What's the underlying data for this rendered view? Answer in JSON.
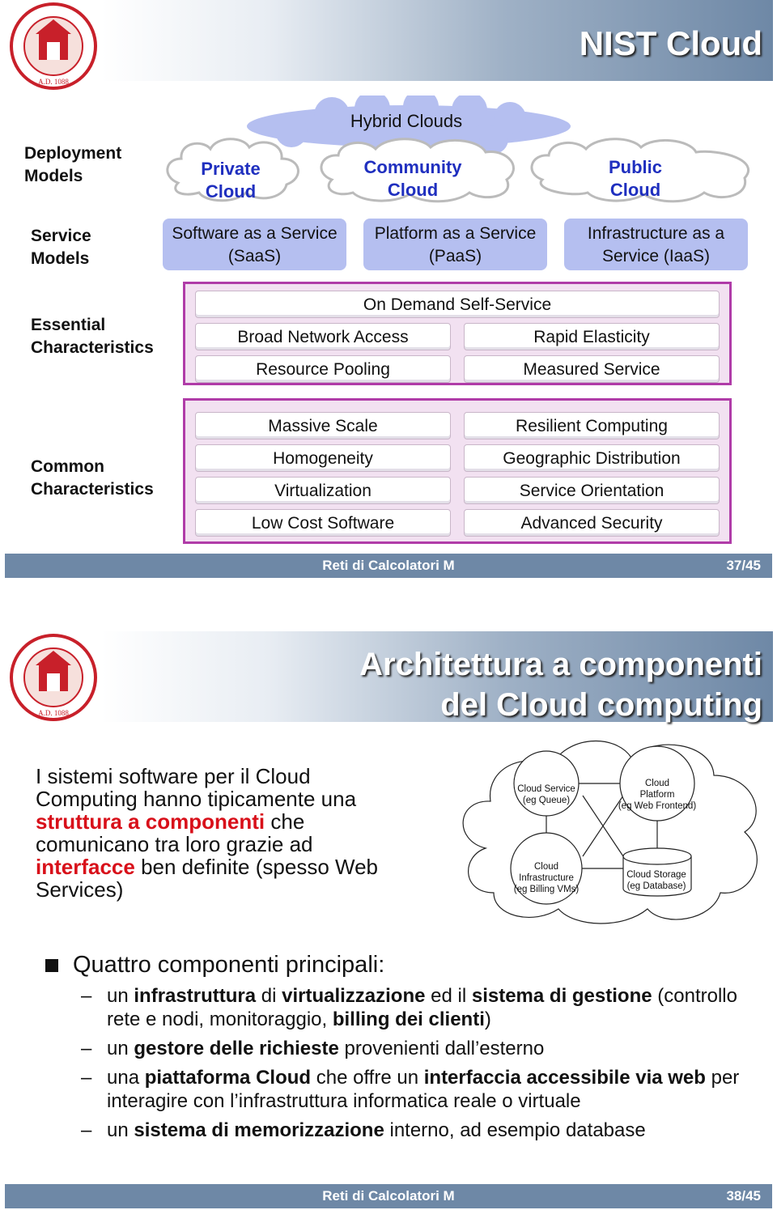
{
  "slide1": {
    "title": "NIST Cloud",
    "rows": {
      "deployment": "Deployment Models",
      "service": "Service Models",
      "essential": "Essential Characteristics",
      "common": "Common Characteristics"
    },
    "deployment": {
      "hybrid": "Hybrid Clouds",
      "private": "Private Cloud",
      "community": "Community Cloud",
      "public": "Public Cloud"
    },
    "service_models": [
      "Software as a Service (SaaS)",
      "Platform as a Service (PaaS)",
      "Infrastructure as a Service (IaaS)"
    ],
    "essential": {
      "top": "On Demand Self-Service",
      "left": [
        "Broad Network Access",
        "Resource Pooling"
      ],
      "right": [
        "Rapid Elasticity",
        "Measured Service"
      ]
    },
    "common": {
      "left": [
        "Massive Scale",
        "Homogeneity",
        "Virtualization",
        "Low Cost Software"
      ],
      "right": [
        "Resilient Computing",
        "Geographic Distribution",
        "Service Orientation",
        "Advanced Security"
      ]
    },
    "footer": {
      "course": "Reti di Calcolatori M",
      "page": "37/45"
    }
  },
  "slide2": {
    "title_line1": "Architettura a componenti",
    "title_line2": "del Cloud computing",
    "intro": {
      "p1": "I sistemi software per il Cloud Computing hanno tipicamente una",
      "hl1": "struttura a componenti",
      "p2": "che comunicano tra loro grazie ad",
      "hl2": "interfacce",
      "p3": "ben definite (spesso Web Services)"
    },
    "diagram": {
      "service": [
        "Cloud Service",
        "(eg Queue)"
      ],
      "platform": [
        "Cloud",
        "Platform",
        "(eg Web Frontend)"
      ],
      "infra": [
        "Cloud",
        "Infrastructure",
        "(eg Billing VMs)"
      ],
      "storage": [
        "Cloud Storage",
        "(eg Database)"
      ]
    },
    "bullet": "Quattro componenti principali:",
    "items": {
      "i1": {
        "a": "un",
        "b": "infrastruttura",
        "c": "di",
        "d": "virtualizzazione",
        "e": "ed il",
        "f": "sistema di gestione",
        "g": "(controllo rete e nodi, monitoraggio,",
        "h": "billing dei clienti",
        "i": ")"
      },
      "i2": {
        "a": "un",
        "b": "gestore delle richieste",
        "c": "provenienti dall’esterno"
      },
      "i3": {
        "a": "una",
        "b": "piattaforma Cloud",
        "c": "che offre un",
        "d": "interfaccia accessibile via web",
        "e": "per interagire con l’infrastruttura informatica reale o virtuale"
      },
      "i4": {
        "a": "un",
        "b": "sistema di memorizzazione",
        "c": "interno, ad esempio database"
      }
    },
    "footer": {
      "course": "Reti di Calcolatori M",
      "page": "38/45"
    }
  }
}
